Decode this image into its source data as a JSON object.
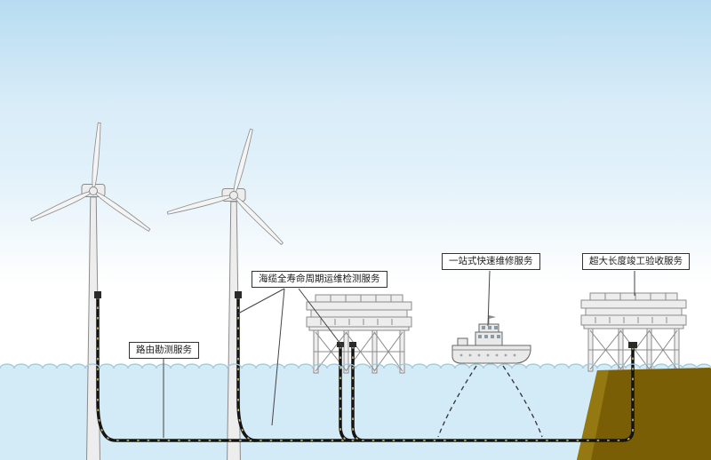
{
  "diagram": {
    "type": "offshore-windfarm-submarine-cable-services",
    "labels": {
      "route_survey": "路由勘测服务",
      "cable_lifecycle": "海缆全寿命周期运维检测服务",
      "rapid_repair": "一站式快速维修服务",
      "acceptance": "超大长度竣工验收服务"
    },
    "colors": {
      "sky_top": "#b7dcf1",
      "sky_mid": "#e2f1fa",
      "sky_bottom": "#ffffff",
      "sea": "#d3eaf7",
      "wave_line": "#a3c8dc",
      "seabed": "#7a5e06",
      "seabed_light": "#947812",
      "structure_fill": "#ededed",
      "structure_stroke": "#8b8b8b",
      "cable": "#141414",
      "cable_tick": "#cdbd6e",
      "label_border": "#333333",
      "leader_line": "#444444"
    },
    "icons": {
      "turbines": "wind-turbine-icon",
      "platforms": "offshore-platform-icon",
      "vessel": "maintenance-ship-icon",
      "cable": "submarine-cable-line",
      "seabed": "seabed-block",
      "waves": "sea-wave-line"
    }
  }
}
